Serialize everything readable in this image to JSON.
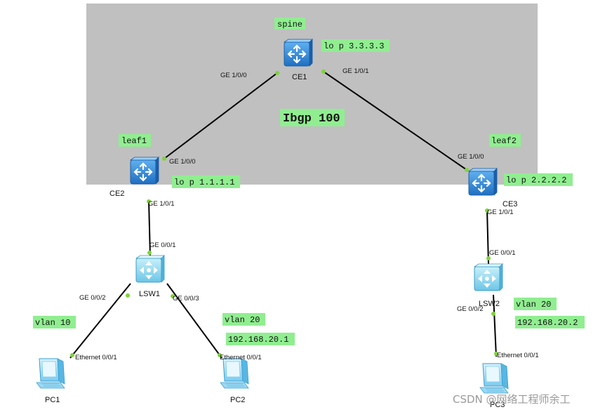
{
  "area_tags": {
    "spine": "spine",
    "leaf1": "leaf1",
    "leaf2": "leaf2",
    "ibgp": "Ibgp 100"
  },
  "config_tags": {
    "ce1_loopback": "lo p 3.3.3.3",
    "ce2_loopback": "lo p 1.1.1.1",
    "ce3_loopback": "lo p 2.2.2.2",
    "pc1_vlan": "vlan 10",
    "pc2_vlan": "vlan 20",
    "pc2_ip": "192.168.20.1",
    "pc3_vlan": "vlan 20",
    "pc3_ip": "192.168.20.2"
  },
  "devices": {
    "ce1": "CE1",
    "ce2": "CE2",
    "ce3": "CE3",
    "lsw1": "LSW1",
    "lsw2": "LSW2",
    "pc1": "PC1",
    "pc2": "PC2",
    "pc3": "PC3"
  },
  "ports": {
    "ce1_ge100": "GE 1/0/0",
    "ce1_ge101": "GE 1/0/1",
    "ce2_ge100": "GE 1/0/0",
    "ce2_ge101": "GE 1/0/1",
    "ce3_ge100": "GE 1/0/0",
    "ce3_ge101": "GE 1/0/1",
    "lsw1_ge001": "GE 0/0/1",
    "lsw1_ge002": "GE 0/0/2",
    "lsw1_ge003": "GE 0/0/3",
    "lsw2_ge001": "GE 0/0/1",
    "lsw2_ge002": "GE 0/0/2",
    "pc1_eth": "Ethernet 0/0/1",
    "pc2_eth": "Ethernet 0/0/1",
    "pc3_eth": "Ethernet 0/0/1"
  },
  "watermark": "CSDN @网络工程师余工",
  "colors": {
    "area_fill": "#c0c0c0",
    "tag_fill": "#90ee90",
    "port_dot": "#7fd33a",
    "link": "#000000",
    "router_blue": "#2f86d8",
    "switch_cyan": "#7fd4ee"
  },
  "icons": {
    "router": "router-icon",
    "switch": "switch-icon",
    "pc": "pc-icon"
  }
}
